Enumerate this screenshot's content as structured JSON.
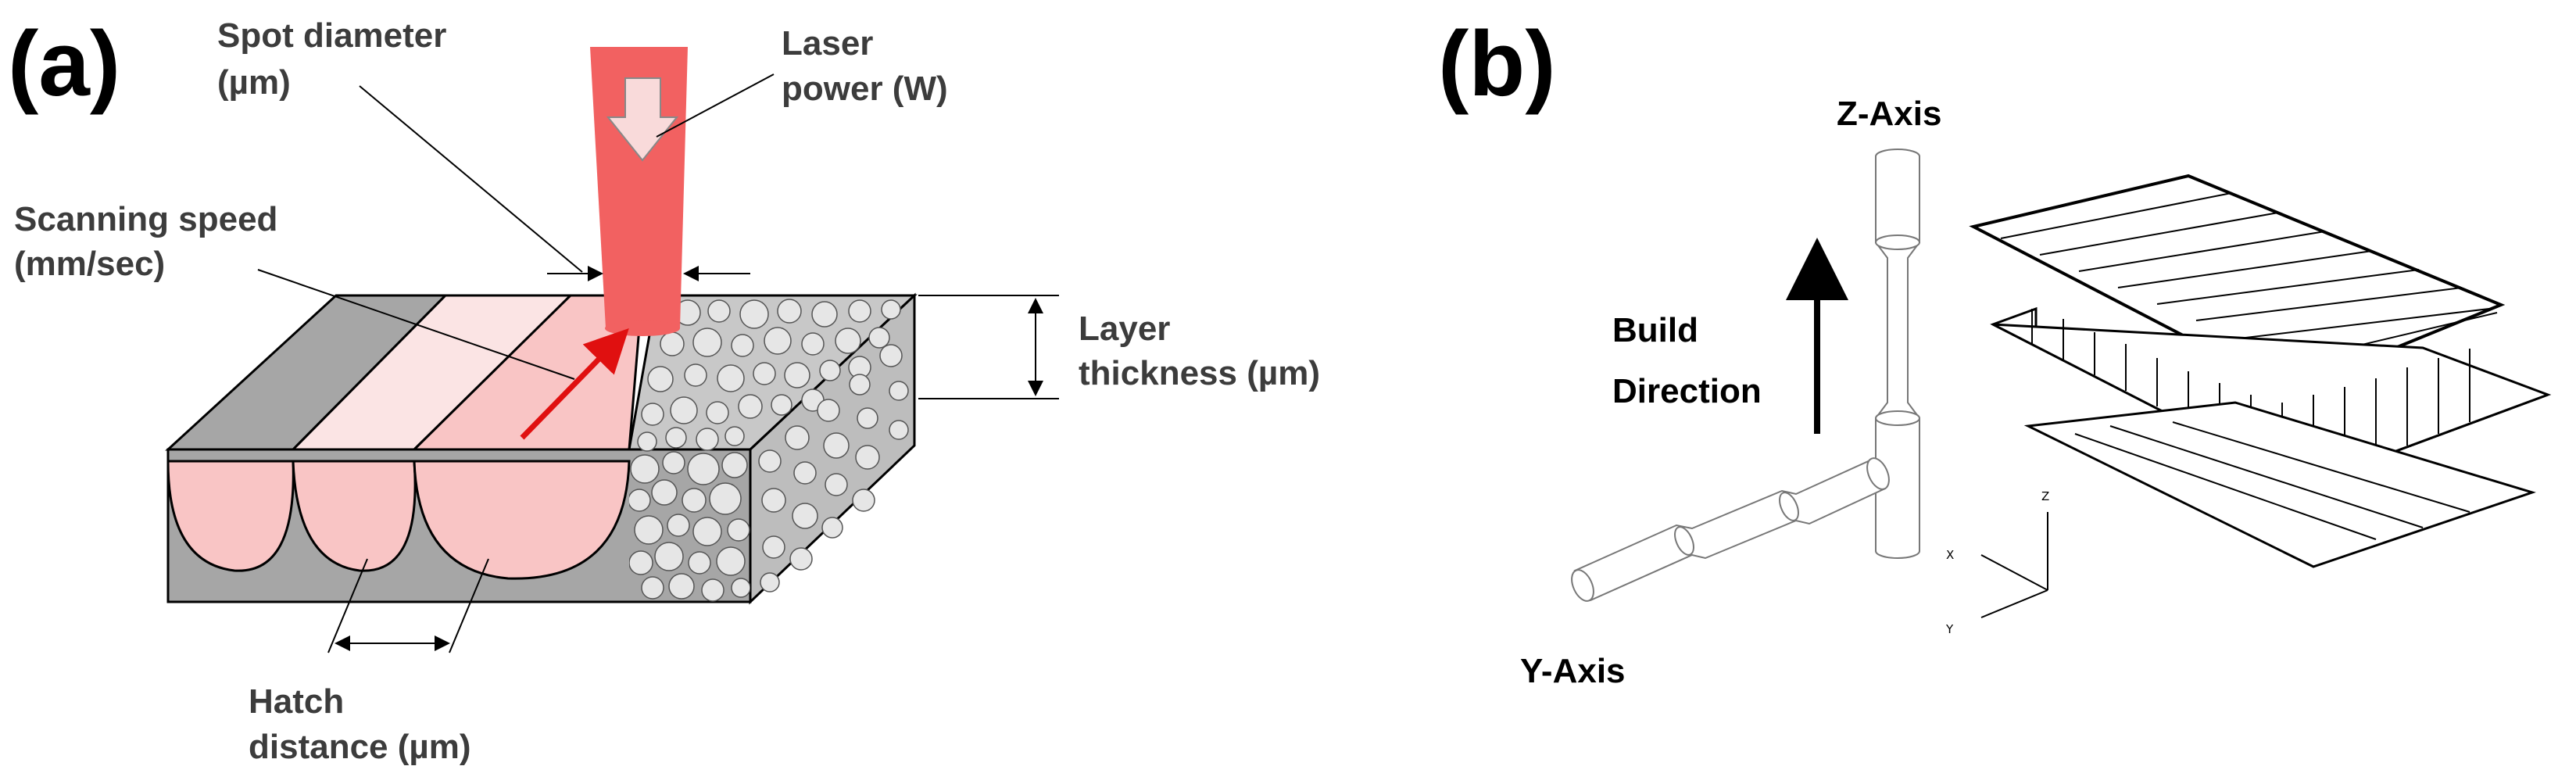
{
  "panel_a": {
    "letter": "(a)",
    "spot_diameter": [
      "Spot diameter",
      "(µm)"
    ],
    "laser_power": [
      "Laser",
      "power (W)"
    ],
    "scanning_speed": [
      "Scanning speed",
      "(mm/sec)"
    ],
    "layer_thickness": [
      "Layer",
      "thickness (µm)"
    ],
    "hatch_distance": [
      "Hatch",
      "distance (µm)"
    ]
  },
  "panel_b": {
    "letter": "(b)",
    "z_axis": "Z-Axis",
    "y_axis": "Y-Axis",
    "build_direction": [
      "Build",
      "Direction"
    ],
    "triad": {
      "z": "Z",
      "x": "X",
      "y": "Y"
    }
  },
  "colors": {
    "laser": "#f26161",
    "melt_pool": "#f9c5c5",
    "scanned_track": "#fbe4e4",
    "solidified": "#a6a6a6",
    "powder": "#c8c8c8",
    "scan_arrow": "#e01010"
  }
}
